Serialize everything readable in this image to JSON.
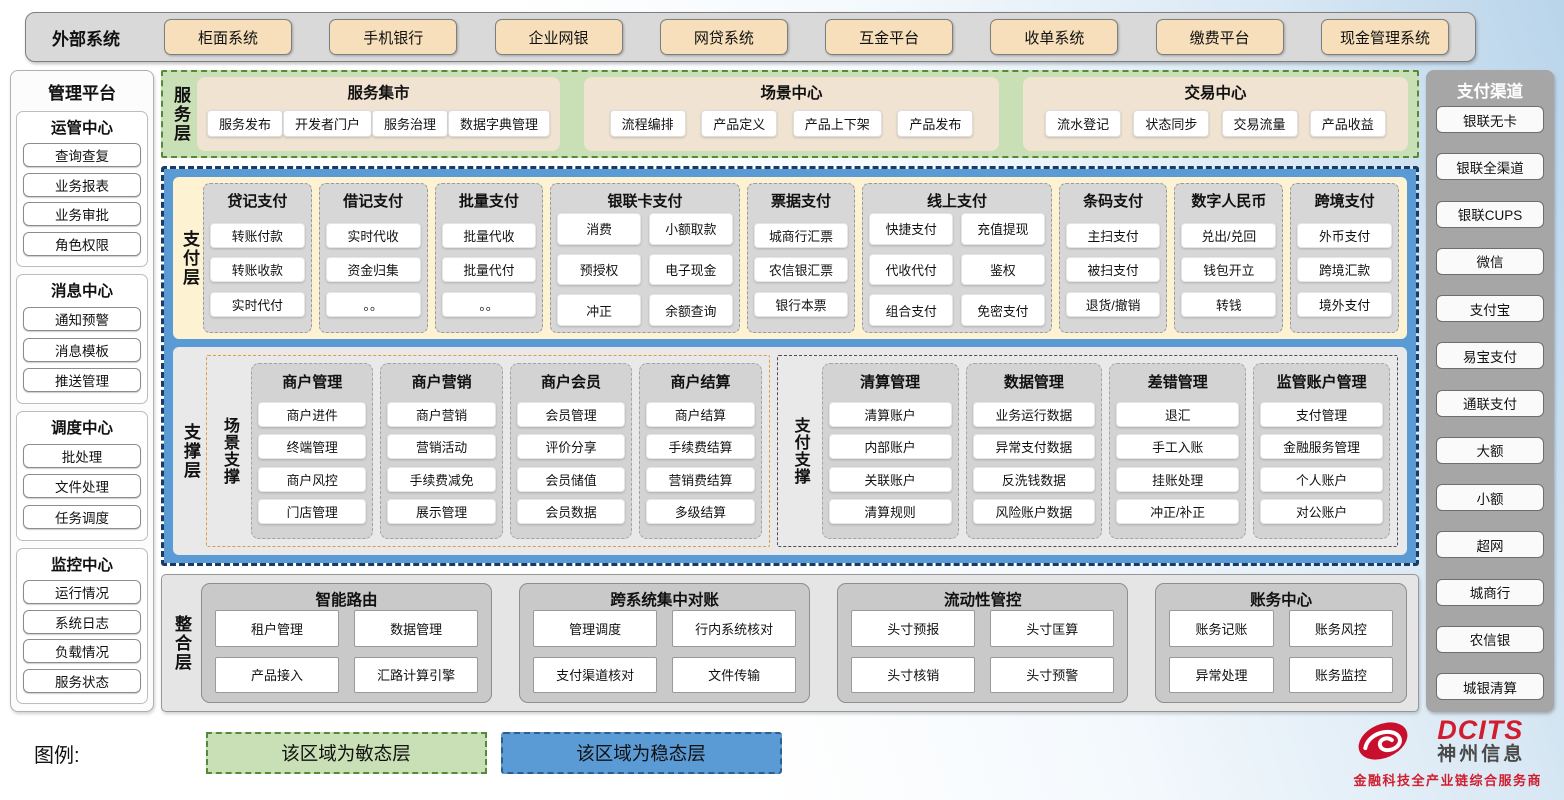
{
  "external_systems": {
    "label": "外部系统",
    "items": [
      "柜面系统",
      "手机银行",
      "企业网银",
      "网贷系统",
      "互金平台",
      "收单系统",
      "缴费平台",
      "现金管理系统"
    ]
  },
  "management_platform": {
    "title": "管理平台",
    "sections": [
      {
        "title": "运管中心",
        "items": [
          "查询查复",
          "业务报表",
          "业务审批",
          "角色权限"
        ]
      },
      {
        "title": "消息中心",
        "items": [
          "通知预警",
          "消息模板",
          "推送管理"
        ]
      },
      {
        "title": "调度中心",
        "items": [
          "批处理",
          "文件处理",
          "任务调度"
        ]
      },
      {
        "title": "监控中心",
        "items": [
          "运行情况",
          "系统日志",
          "负载情况",
          "服务状态"
        ]
      }
    ]
  },
  "service_layer": {
    "label": "服务层",
    "groups": [
      {
        "title": "服务集市",
        "items": [
          "服务发布",
          "开发者门户",
          "服务治理",
          "数据字典管理"
        ]
      },
      {
        "title": "场景中心",
        "items": [
          "流程编排",
          "产品定义",
          "产品上下架",
          "产品发布"
        ]
      },
      {
        "title": "交易中心",
        "items": [
          "流水登记",
          "状态同步",
          "交易流量",
          "产品收益"
        ]
      }
    ]
  },
  "payment_layer": {
    "label": "支付层",
    "columns": [
      {
        "title": "贷记支付",
        "items": [
          "转账付款",
          "转账收款",
          "实时代付"
        ]
      },
      {
        "title": "借记支付",
        "items": [
          "实时代收",
          "资金归集",
          "。。"
        ]
      },
      {
        "title": "批量支付",
        "items": [
          "批量代收",
          "批量代付",
          "。。"
        ]
      },
      {
        "title": "银联卡支付",
        "items": [
          "消费",
          "小额取款",
          "预授权",
          "电子现金",
          "冲正",
          "余额查询"
        ]
      },
      {
        "title": "票据支付",
        "items": [
          "城商行汇票",
          "农信银汇票",
          "银行本票"
        ]
      },
      {
        "title": "线上支付",
        "items": [
          "快捷支付",
          "充值提现",
          "代收代付",
          "鉴权",
          "组合支付",
          "免密支付"
        ]
      },
      {
        "title": "条码支付",
        "items": [
          "主扫支付",
          "被扫支付",
          "退货/撤销"
        ]
      },
      {
        "title": "数字人民币",
        "items": [
          "兑出/兑回",
          "钱包开立",
          "转钱"
        ]
      },
      {
        "title": "跨境支付",
        "items": [
          "外币支付",
          "跨境汇款",
          "境外支付"
        ]
      }
    ]
  },
  "support_layer": {
    "label": "支撑层",
    "scene_support": {
      "label": "场景支撑",
      "columns": [
        {
          "title": "商户管理",
          "items": [
            "商户进件",
            "终端管理",
            "商户风控",
            "门店管理"
          ]
        },
        {
          "title": "商户营销",
          "items": [
            "商户营销",
            "营销活动",
            "手续费减免",
            "展示管理"
          ]
        },
        {
          "title": "商户会员",
          "items": [
            "会员管理",
            "评价分享",
            "会员储值",
            "会员数据"
          ]
        },
        {
          "title": "商户结算",
          "items": [
            "商户结算",
            "手续费结算",
            "营销费结算",
            "多级结算"
          ]
        }
      ]
    },
    "payment_support": {
      "label": "支付支撑",
      "columns": [
        {
          "title": "清算管理",
          "items": [
            "清算账户",
            "内部账户",
            "关联账户",
            "清算规则"
          ]
        },
        {
          "title": "数据管理",
          "items": [
            "业务运行数据",
            "异常支付数据",
            "反洗钱数据",
            "风险账户数据"
          ]
        },
        {
          "title": "差错管理",
          "items": [
            "退汇",
            "手工入账",
            "挂账处理",
            "冲正/补正"
          ]
        },
        {
          "title": "监管账户管理",
          "items": [
            "支付管理",
            "金融服务管理",
            "个人账户",
            "对公账户"
          ]
        }
      ]
    }
  },
  "integration_layer": {
    "label": "整合层",
    "groups": [
      {
        "title": "智能路由",
        "items": [
          "租户管理",
          "数据管理",
          "产品接入",
          "汇路计算引擎"
        ]
      },
      {
        "title": "跨系统集中对账",
        "items": [
          "管理调度",
          "行内系统核对",
          "支付渠道核对",
          "文件传输"
        ]
      },
      {
        "title": "流动性管控",
        "items": [
          "头寸预报",
          "头寸匡算",
          "头寸核销",
          "头寸预警"
        ]
      },
      {
        "title": "账务中心",
        "items": [
          "账务记账",
          "账务风控",
          "异常处理",
          "账务监控"
        ]
      }
    ]
  },
  "payment_channels": {
    "title": "支付渠道",
    "items": [
      "银联无卡",
      "银联全渠道",
      "银联CUPS",
      "微信",
      "支付宝",
      "易宝支付",
      "通联支付",
      "大额",
      "小额",
      "超网",
      "城商行",
      "农信银",
      "城银清算"
    ]
  },
  "legend": {
    "label": "图例:",
    "items": [
      {
        "text": "该区域为敏态层",
        "color": "#c9dfb5"
      },
      {
        "text": "该区域为稳态层",
        "color": "#5b9bd5"
      }
    ]
  },
  "logo": {
    "brand": "DCITS",
    "name": "神州信息",
    "tagline": "金融科技全产业链综合服务商"
  }
}
